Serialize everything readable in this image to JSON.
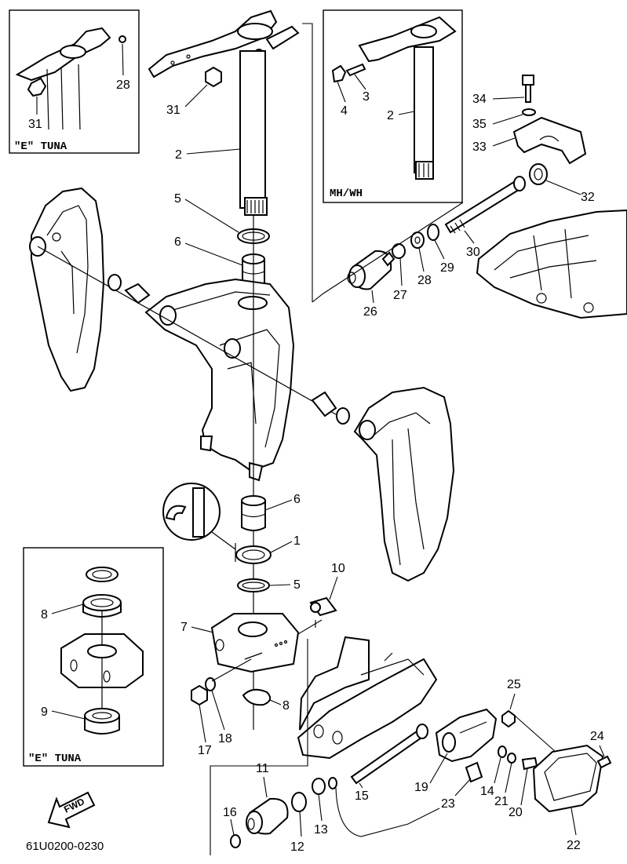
{
  "diagram_code": "61U0200-0230",
  "fwd_arrow_label": "FWD",
  "insets": {
    "top_left_caption": "\"E\" TUNA",
    "top_mid_caption": "MH/WH",
    "bottom_left_caption": "\"E\" TUNA"
  },
  "labels": {
    "p1": "1",
    "p2a": "2",
    "p2b": "2",
    "p3": "3",
    "p4": "4",
    "p5a": "5",
    "p5b": "5",
    "p6a": "6",
    "p6b": "6",
    "p7": "7",
    "p8a": "8",
    "p8b": "8",
    "p9": "9",
    "p10": "10",
    "p11": "11",
    "p12": "12",
    "p13": "13",
    "p14": "14",
    "p15": "15",
    "p16": "16",
    "p17": "17",
    "p18": "18",
    "p19": "19",
    "p20": "20",
    "p21": "21",
    "p22": "22",
    "p23": "23",
    "p24": "24",
    "p25": "25",
    "p26": "26",
    "p27": "27",
    "p28a": "28",
    "p28b": "28",
    "p29": "29",
    "p30": "30",
    "p31a": "31",
    "p31b": "31",
    "p32": "32",
    "p33": "33",
    "p34": "34",
    "p35": "35"
  }
}
